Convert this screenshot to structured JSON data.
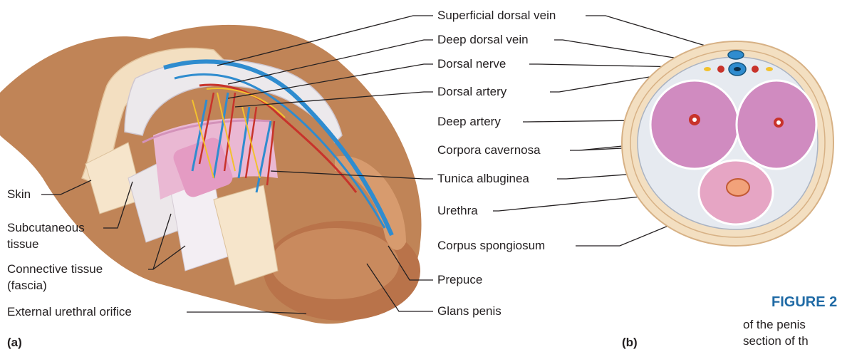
{
  "panel_a": {
    "letter": "(a)",
    "labels_left": {
      "skin": "Skin",
      "subcutaneous_line1": "Subcutaneous",
      "subcutaneous_line2": "tissue",
      "connective_line1": "Connective tissue",
      "connective_line2": "(fascia)",
      "external_urethral_orifice": "External urethral orifice"
    }
  },
  "center_labels": {
    "superficial_dorsal_vein": "Superficial dorsal vein",
    "deep_dorsal_vein": "Deep dorsal vein",
    "dorsal_nerve": "Dorsal nerve",
    "dorsal_artery": "Dorsal artery",
    "deep_artery": "Deep artery",
    "corpora_cavernosa": "Corpora cavernosa",
    "tunica_albuginea": "Tunica albuginea",
    "urethra": "Urethra",
    "corpus_spongiosum": "Corpus spongiosum",
    "prepuce": "Prepuce",
    "glans_penis": "Glans penis"
  },
  "panel_b": {
    "letter": "(b)"
  },
  "caption": {
    "title": "FIGURE 2",
    "line1": "of the penis",
    "line2": "section of th"
  },
  "colors": {
    "skin": "#c08457",
    "skin_light": "#f3dfc1",
    "vein": "#2f8ccf",
    "artery": "#c8332b",
    "nerve": "#f2c12e",
    "erectile": "#d08bc0",
    "caption_blue": "#1f6aa5"
  }
}
